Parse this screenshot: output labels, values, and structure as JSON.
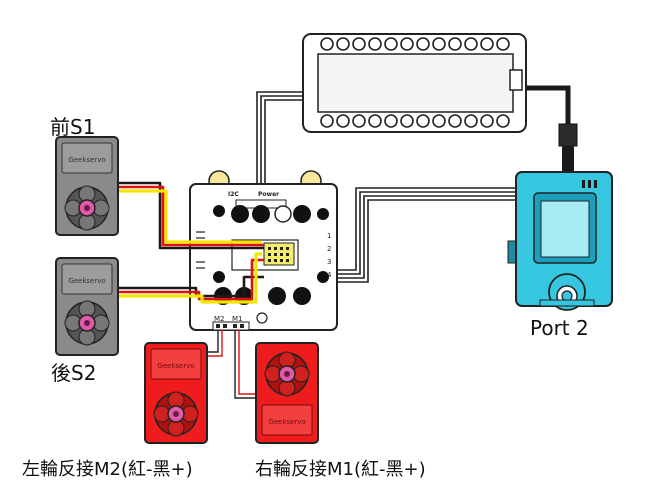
{
  "labels": {
    "servo_front": "前S1",
    "servo_rear": "後S2",
    "controller_port": "Port 2",
    "motor_left": "左輪反接M2(紅-黑+)",
    "motor_right": "右輪反接M1(紅-黑+)"
  },
  "board": {
    "i2c_label": "I2C",
    "power_label": "Power",
    "m2_label": "M2",
    "m1_label": "M1",
    "port_numbers": [
      "1",
      "2",
      "3",
      "4"
    ]
  },
  "motor_brand": "Geekservo",
  "colors": {
    "motor_red": "#ee1c1c",
    "controller_cyan": "#37c6df",
    "servo_gray": "#8a8a8a",
    "servo_pink": "#e05aa8",
    "wire_red": "#e01010",
    "wire_yellow": "#f2e600",
    "wire_black": "#1a1a1a"
  }
}
